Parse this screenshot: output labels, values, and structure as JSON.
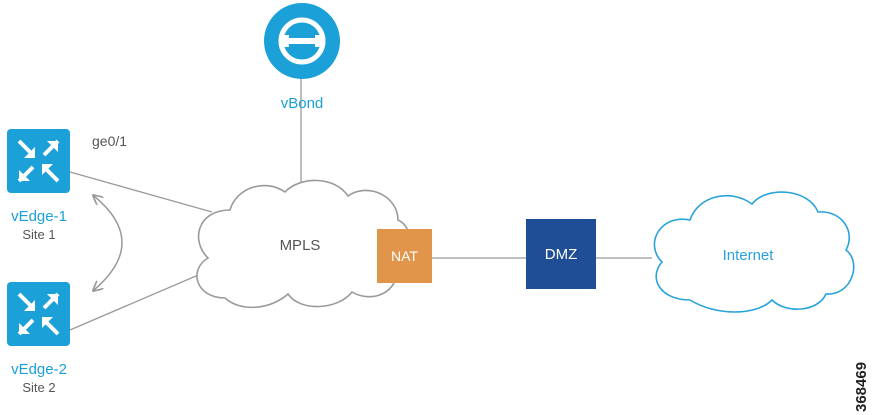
{
  "nodes": {
    "vbond": {
      "label": "vBond",
      "icon": "vbond-controller-icon"
    },
    "vedge1": {
      "label": "vEdge-1",
      "site": "Site 1",
      "interface": "ge0/1",
      "icon": "router-icon"
    },
    "vedge2": {
      "label": "vEdge-2",
      "site": "Site 2",
      "icon": "router-icon"
    },
    "mpls": {
      "label": "MPLS",
      "icon": "cloud-icon"
    },
    "nat": {
      "label": "NAT"
    },
    "dmz": {
      "label": "DMZ"
    },
    "internet": {
      "label": "Internet",
      "icon": "cloud-icon"
    }
  },
  "figure_id": "368469",
  "colors": {
    "accent": "#1ba0d7",
    "nat": "#e0954a",
    "dmz": "#1f4e96",
    "line": "#9a9a9a",
    "cloud_outline": "#9a9a9a",
    "internet_outline": "#29a3da",
    "text_gray": "#555555"
  }
}
